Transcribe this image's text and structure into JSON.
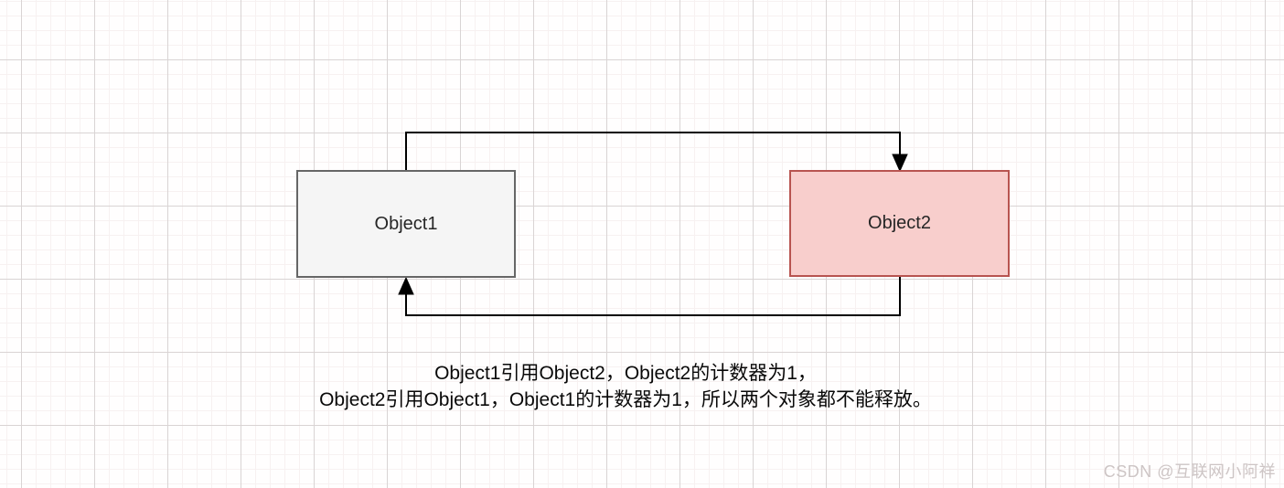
{
  "diagram": {
    "nodes": [
      {
        "label": "Object1",
        "fill": "#f5f5f5",
        "stroke": "#666666"
      },
      {
        "label": "Object2",
        "fill": "#f8cecc",
        "stroke": "#b85450"
      }
    ],
    "edges": [
      {
        "from": "Object1",
        "to": "Object2",
        "arrow_into": "Object2 top"
      },
      {
        "from": "Object2",
        "to": "Object1",
        "arrow_into": "Object1 bottom"
      }
    ],
    "caption": {
      "line1": "Object1引用Object2，Object2的计数器为1，",
      "line2": "Object2引用Object1，Object1的计数器为1，所以两个对象都不能释放。"
    }
  },
  "watermark": "CSDN @互联网小阿祥",
  "colors": {
    "connector": "#000000",
    "grid_major": "#d9d4d4",
    "grid_minor": "#f7f1f1",
    "caption_text": "#090909",
    "watermark_text": "#cdc5c5"
  }
}
